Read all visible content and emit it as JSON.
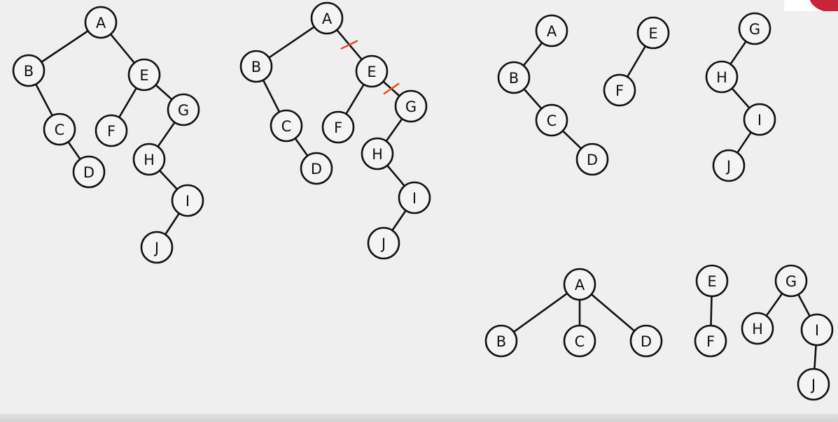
{
  "diagrams": [
    {
      "id": "original-tree",
      "nodes": [
        {
          "id": "A",
          "label": "A"
        },
        {
          "id": "B",
          "label": "B"
        },
        {
          "id": "C",
          "label": "C"
        },
        {
          "id": "D",
          "label": "D"
        },
        {
          "id": "E",
          "label": "E"
        },
        {
          "id": "F",
          "label": "F"
        },
        {
          "id": "G",
          "label": "G"
        },
        {
          "id": "H",
          "label": "H"
        },
        {
          "id": "I",
          "label": "I"
        },
        {
          "id": "J",
          "label": "J"
        }
      ],
      "edges": [
        [
          "A",
          "B"
        ],
        [
          "A",
          "E"
        ],
        [
          "B",
          "C"
        ],
        [
          "C",
          "D"
        ],
        [
          "E",
          "F"
        ],
        [
          "E",
          "G"
        ],
        [
          "G",
          "H"
        ],
        [
          "H",
          "I"
        ],
        [
          "I",
          "J"
        ]
      ],
      "cuts": []
    },
    {
      "id": "tree-with-cuts",
      "nodes": [
        {
          "id": "A",
          "label": "A"
        },
        {
          "id": "B",
          "label": "B"
        },
        {
          "id": "C",
          "label": "C"
        },
        {
          "id": "D",
          "label": "D"
        },
        {
          "id": "E",
          "label": "E"
        },
        {
          "id": "F",
          "label": "F"
        },
        {
          "id": "G",
          "label": "G"
        },
        {
          "id": "H",
          "label": "H"
        },
        {
          "id": "I",
          "label": "I"
        },
        {
          "id": "J",
          "label": "J"
        }
      ],
      "edges": [
        [
          "A",
          "B"
        ],
        [
          "A",
          "E"
        ],
        [
          "B",
          "C"
        ],
        [
          "C",
          "D"
        ],
        [
          "E",
          "F"
        ],
        [
          "E",
          "G"
        ],
        [
          "G",
          "H"
        ],
        [
          "H",
          "I"
        ],
        [
          "I",
          "J"
        ]
      ],
      "cuts": [
        [
          "A",
          "E"
        ],
        [
          "E",
          "G"
        ]
      ]
    },
    {
      "id": "split-binary-trees",
      "nodes": [
        {
          "id": "A",
          "label": "A"
        },
        {
          "id": "B",
          "label": "B"
        },
        {
          "id": "C",
          "label": "C"
        },
        {
          "id": "D",
          "label": "D"
        },
        {
          "id": "E",
          "label": "E"
        },
        {
          "id": "F",
          "label": "F"
        },
        {
          "id": "G",
          "label": "G"
        },
        {
          "id": "H",
          "label": "H"
        },
        {
          "id": "I",
          "label": "I"
        },
        {
          "id": "J",
          "label": "J"
        }
      ],
      "edges": [
        [
          "A",
          "B"
        ],
        [
          "B",
          "C"
        ],
        [
          "C",
          "D"
        ],
        [
          "E",
          "F"
        ],
        [
          "G",
          "H"
        ],
        [
          "H",
          "I"
        ],
        [
          "I",
          "J"
        ]
      ],
      "cuts": []
    },
    {
      "id": "forest",
      "nodes": [
        {
          "id": "A",
          "label": "A"
        },
        {
          "id": "B",
          "label": "B"
        },
        {
          "id": "C",
          "label": "C"
        },
        {
          "id": "D",
          "label": "D"
        },
        {
          "id": "E",
          "label": "E"
        },
        {
          "id": "F",
          "label": "F"
        },
        {
          "id": "G",
          "label": "G"
        },
        {
          "id": "H",
          "label": "H"
        },
        {
          "id": "I",
          "label": "I"
        },
        {
          "id": "J",
          "label": "J"
        }
      ],
      "edges": [
        [
          "A",
          "B"
        ],
        [
          "A",
          "C"
        ],
        [
          "A",
          "D"
        ],
        [
          "E",
          "F"
        ],
        [
          "G",
          "H"
        ],
        [
          "G",
          "I"
        ],
        [
          "I",
          "J"
        ]
      ],
      "cuts": []
    }
  ],
  "colors": {
    "background": "#f0efef",
    "stroke": "#111111",
    "node_fill": "#f4f4f4",
    "cut_mark": "#e8471d"
  }
}
